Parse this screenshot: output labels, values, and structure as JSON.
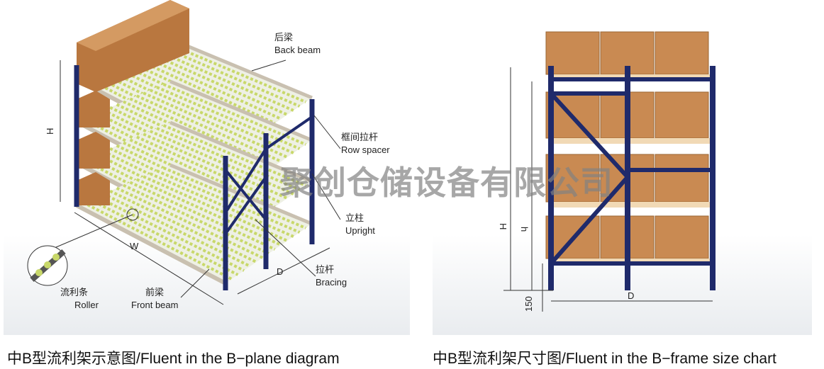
{
  "left_diagram": {
    "caption": "中B型流利架示意图/Fluent in the B−plane diagram",
    "labels": {
      "back_beam_cn": "后梁",
      "back_beam_en": "Back beam",
      "row_spacer_cn": "框间拉杆",
      "row_spacer_en": "Row spacer",
      "upright_cn": "立柱",
      "upright_en": "Upright",
      "bracing_cn": "拉杆",
      "bracing_en": "Bracing",
      "front_beam_cn": "前梁",
      "front_beam_en": "Front beam",
      "roller_cn": "流利条",
      "roller_en": "Roller",
      "dim_h": "H",
      "dim_w": "W",
      "dim_d": "D"
    }
  },
  "right_diagram": {
    "caption": "中B型流利架尺寸图/Fluent in the B−frame size chart",
    "dims": {
      "H": "H",
      "h": "h",
      "D": "D",
      "base": "150"
    }
  },
  "watermark": "聚创仓储设备有限公司",
  "colors": {
    "frame": "#1f2a6b",
    "box": "#c98a52",
    "roller": "#c8d86a",
    "beam": "#c9c0b0"
  }
}
